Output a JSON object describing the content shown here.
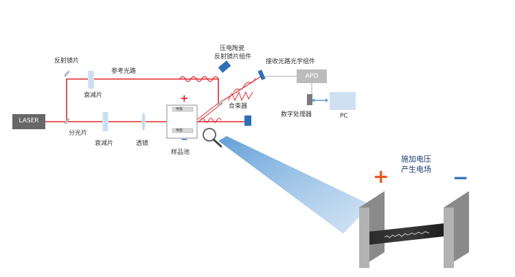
{
  "labels": {
    "laser": "LASER",
    "mirror": "反射镜片",
    "reference_path": "参考光路",
    "attenuator_top": "衰减片",
    "attenuator_bottom": "衰减片",
    "beam_splitter": "分光片",
    "lens": "透镜",
    "sample_cell": "样品池",
    "piezo_line1": "压电陶瓷",
    "piezo_line2": "反射镜片组件",
    "combiner": "合束器",
    "receiver": "接收光路光学组件",
    "apd": "APD",
    "dsp": "数字处理器",
    "pc": "PC",
    "electrode": "电极",
    "field_line1": "施加电压",
    "field_line2": "产生电场"
  },
  "signs": {
    "plus": "+",
    "minus": "−"
  },
  "colors": {
    "beam": "#e0252b",
    "laser_box": "#676767",
    "apd_box": "#bcbcbc",
    "pc_box": "#cfe0f2",
    "dsp_box": "#7a7a7a",
    "detector": "#2f6fb5",
    "glass": "#cfe0f0",
    "spotlight": "#5b9bd5",
    "plate": "#a6a6a6",
    "plus_zoom": "#e8571e",
    "minus_zoom": "#2f6fb5",
    "text": "#333333",
    "text_blue": "#1f3b73"
  }
}
